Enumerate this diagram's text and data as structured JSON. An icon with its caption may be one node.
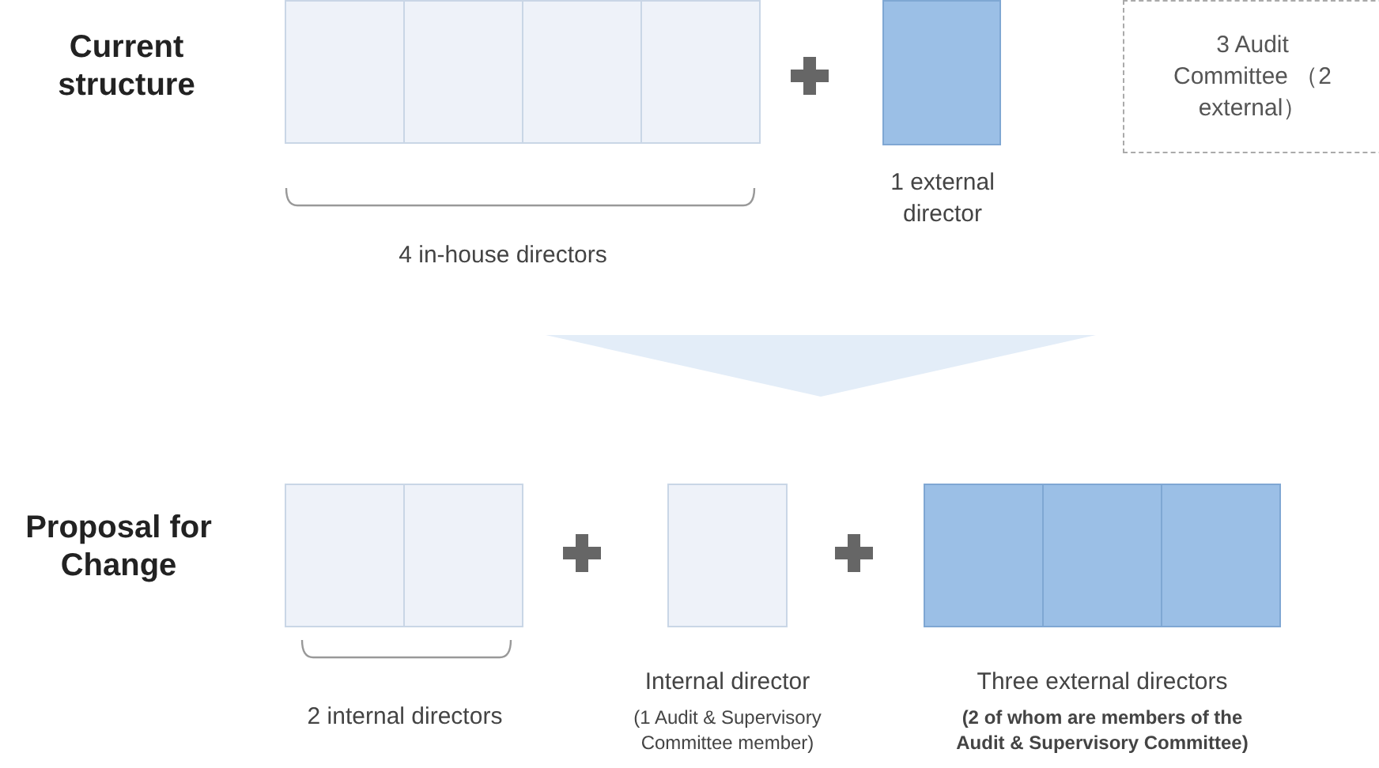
{
  "diagram": {
    "nodes": [
      {
        "text": [],
        "shape": "box"
      },
      {
        "text": [],
        "shape": "box"
      },
      {
        "text": [],
        "shape": "box"
      },
      {
        "text": [],
        "shape": "box"
      },
      {
        "text": [],
        "shape": "box"
      },
      {
        "text": [
          "3 Audit Committee （2 external）"
        ]
      },
      {
        "text": [],
        "shape": "box"
      },
      {
        "text": [],
        "shape": "box"
      },
      {
        "text": [],
        "shape": "box"
      },
      {
        "text": [],
        "shape": "box"
      },
      {
        "text": [],
        "shape": "box"
      },
      {
        "text": [],
        "shape": "box"
      }
    ],
    "edges": [],
    "labels": [
      "Current structure",
      "1 external director",
      "4 in-house directors",
      "Proposal for Change",
      "2 internal directors",
      "Internal director",
      "(1 Audit & Supervisory Committee member)",
      "Three external directors",
      "(2 of whom are members of the Audit & Supervisory Committee)"
    ]
  }
}
